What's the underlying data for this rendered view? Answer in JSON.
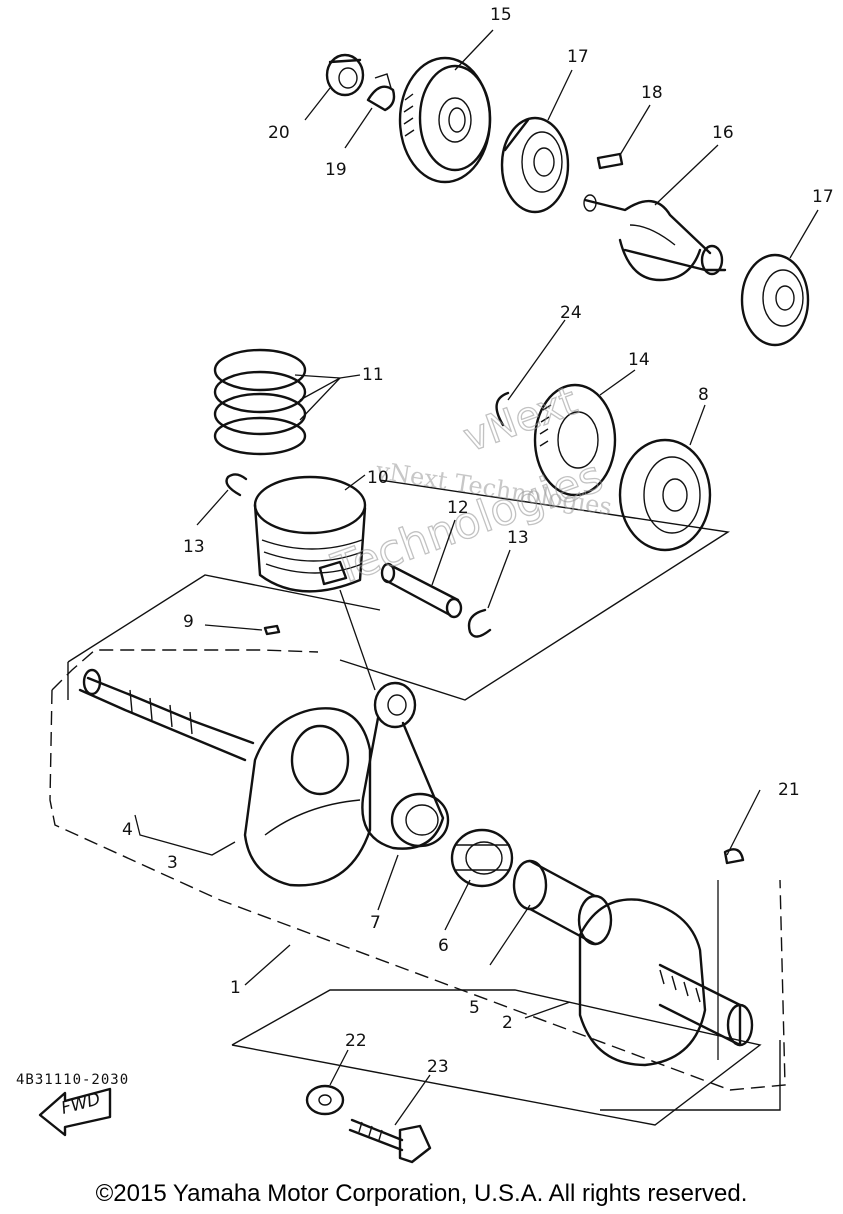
{
  "diagram": {
    "callouts": [
      "1",
      "2",
      "3",
      "4",
      "5",
      "6",
      "7",
      "8",
      "9",
      "10",
      "11",
      "12",
      "13",
      "14",
      "15",
      "16",
      "17",
      "18",
      "19",
      "20",
      "21",
      "22",
      "23",
      "24"
    ],
    "fwd_label": "FWD",
    "code": "4B31110-2030",
    "watermark": {
      "line1": "vNext Technologies",
      "line2": "vNext",
      "line3": "Technologies"
    }
  },
  "copyright": "©2015 Yamaha Motor Corporation, U.S.A. All rights reserved."
}
